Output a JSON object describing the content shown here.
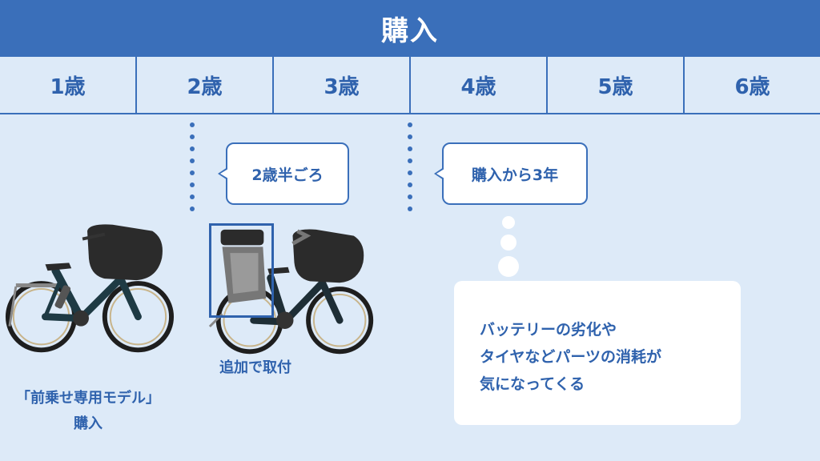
{
  "header": {
    "title": "購入"
  },
  "ages": [
    "1歳",
    "2歳",
    "3歳",
    "4歳",
    "5歳",
    "6歳"
  ],
  "bubbles": {
    "age2": "2歳半ごろ",
    "age4": "購入から3年"
  },
  "thought": {
    "lines": [
      "バッテリーの劣化や",
      "タイヤなどパーツの消耗が",
      "気になってくる"
    ]
  },
  "captions": {
    "front_seat_model_line1": "「前乗せ専用モデル」",
    "front_seat_model_line2": "購入",
    "rear_seat_added": "追加で取付"
  },
  "colors": {
    "background": "#ddeaf8",
    "accent": "#3a6fba",
    "text": "#2f62ad",
    "bike_frame": "#1e3a44",
    "child_seat": "#2b2b2b"
  },
  "icons": [
    "bicycle-front-seat-icon",
    "bicycle-front-rear-seat-icon"
  ]
}
